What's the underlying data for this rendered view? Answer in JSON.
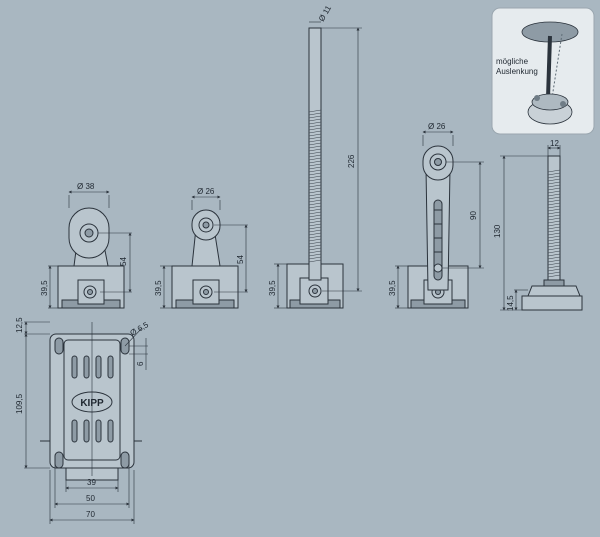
{
  "views": {
    "foot38": {
      "diameter": "Ø 38",
      "height": "54",
      "base_height": "39,5"
    },
    "foot26": {
      "diameter": "Ø 26",
      "height": "54",
      "base_height": "39,5"
    },
    "rod": {
      "diameter": "Ø 11",
      "length": "226",
      "base_height": "39,5"
    },
    "slot": {
      "diameter": "Ø 26",
      "height": "90",
      "base_height": "39,5"
    },
    "spindle": {
      "width": "12",
      "height": "130",
      "pad_height": "14,5"
    },
    "plan": {
      "top_offset": "12,5",
      "hole_diameter": "Ø 6,5",
      "hole_offset": "6",
      "height": "109,5",
      "width_inner": "39",
      "width_mid": "50",
      "width_outer": "70",
      "logo": "KIPP"
    }
  },
  "inset": {
    "caption_line1": "mögliche",
    "caption_line2": "Auslenkung"
  },
  "colors": {
    "background": "#a9b7c1",
    "line": "#2b333c",
    "inset_bg": "#e6ebee"
  }
}
